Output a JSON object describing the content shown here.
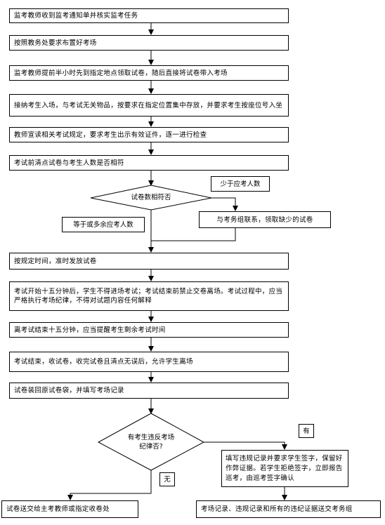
{
  "steps": {
    "s1": "监考教师收到监考通知单并核实监考任务",
    "s2": "按照教务处要求布置好考场",
    "s3": "监考教师提前半小时先到指定地点领取试卷，随后直接将试卷带入考场",
    "s4": "接纳考生入场，与考试无关物品，按要求在指定位置集中存放，并要求考生按座位号入坐",
    "s5": "教师宣读相关考试规定，要求考生出示有效证件，逐一进行检查",
    "s6": "考试前清点试卷与考生人数是否相符",
    "s7": "按规定时间，准时发放试卷",
    "s8": "考试开始十五分钟后，学生不得进场考试；考试结束前禁止交卷离场。考试过程中，应当严格执行考场纪律，不得对试题内容任何解释",
    "s9": "离考试结束十五分钟，应当提醒考生剩余考试时间",
    "s10": "考试结束，收试卷，收完试卷且清点无误后，允许学生离场",
    "s11": "试卷装回原试卷袋，并填写考场记录",
    "d1": "试卷数相符否",
    "less": "少于应考人数",
    "contact": "与考务组联系，领取缺少的试卷",
    "equal": "等于或多余应考人数",
    "d2": "有考生违反考场纪律否?",
    "yes": "有",
    "no": "无",
    "violation": "填写违规记录并要求学生签字，保留好作弊证据。若学生拒绝签字，立即报告巡考，由巡考签字确认",
    "end1": "试卷送交给主考教师或指定收卷处",
    "end2": "考场记录、违规记录和所有的违纪证据送交考务组"
  }
}
